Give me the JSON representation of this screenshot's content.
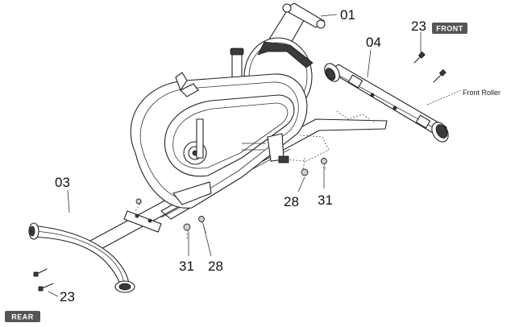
{
  "callouts": {
    "frame_main": "01",
    "front_stabilizer": "04",
    "rear_stabilizer": "03",
    "bolt_front": "23",
    "bolt_rear": "23",
    "nut_front": "28",
    "washer_front": "31",
    "washer_rear": "31",
    "nut_rear": "28"
  },
  "notes": {
    "front_roller": "Front Roller"
  },
  "badges": {
    "front": "FRONT",
    "rear": "REAR"
  },
  "colors": {
    "badge_bg": "#555555",
    "line": "#222222"
  }
}
